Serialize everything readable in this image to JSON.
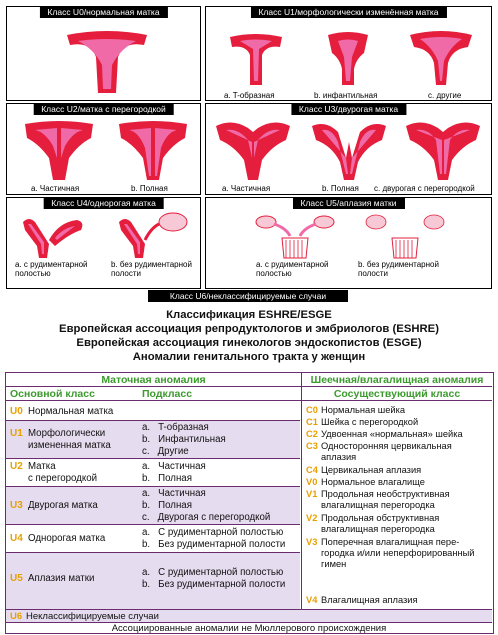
{
  "panels": {
    "u0": {
      "title": "Класс U0/нормальная матка"
    },
    "u1": {
      "title": "Класс U1/морфологически изменённая матка",
      "captions": [
        "a. T-образная",
        "b. инфантильная",
        "c. другие"
      ]
    },
    "u2": {
      "title": "Класс U2/матка с перегородкой",
      "captions": [
        "a. Частичная",
        "b. Полная"
      ]
    },
    "u3": {
      "title": "Класс U3/двурогая матка",
      "captions": [
        "a. Частичная",
        "b. Полная",
        "c. двурогая с перегородкой"
      ]
    },
    "u4": {
      "title": "Класс U4/однорогая матка",
      "captions": [
        "a. с рудиментарной\nполостью",
        "b. без рудиментарной\nполости"
      ]
    },
    "u5": {
      "title": "Класс U5/аплазия матки",
      "captions": [
        "a. с рудиментарной\nполостью",
        "b. без рудиментарной\nполости"
      ]
    },
    "u6": {
      "title": "Класс U6/неклассифицируемые случаи"
    }
  },
  "heading": [
    "Классификация ESHRE/ESGE",
    "Европейская ассоциация репродуктологов и эмбриологов (ESHRE)",
    "Европейская ассоциация гинекологов эндоскопистов (ESGE)",
    "Аномалии генитального тракта у женщин"
  ],
  "table": {
    "left_header": "Маточная аномалия",
    "right_header": "Шеечная/влагалищная аномалия",
    "main_class_header": "Основной класс",
    "subclass_header": "Подкласс",
    "coexist_header": "Сосуществующий класс",
    "rows": [
      {
        "code": "U0",
        "name": "Нормальная матка",
        "subs": []
      },
      {
        "code": "U1",
        "name": "Морфологически\nизмененная матка",
        "subs": [
          [
            "a.",
            "T-образная"
          ],
          [
            "b.",
            "Инфантильная"
          ],
          [
            "c.",
            "Другие"
          ]
        ]
      },
      {
        "code": "U2",
        "name": "Матка\nс перегородкой",
        "subs": [
          [
            "a.",
            "Частичная"
          ],
          [
            "b.",
            "Полная"
          ]
        ]
      },
      {
        "code": "U3",
        "name": "Двурогая матка",
        "subs": [
          [
            "a.",
            "Частичная"
          ],
          [
            "b.",
            "Полная"
          ],
          [
            "c.",
            "Двурогая с перегородкой"
          ]
        ]
      },
      {
        "code": "U4",
        "name": "Однорогая матка",
        "subs": [
          [
            "a.",
            "С рудиментарной полостью"
          ],
          [
            "b.",
            "Без рудиментарной полости"
          ]
        ]
      },
      {
        "code": "U5",
        "name": "Аплазия матки",
        "subs": [
          [
            "a.",
            "С рудиментарной полостью"
          ],
          [
            "b.",
            "Без рудиментарной полости"
          ]
        ]
      }
    ],
    "right_rows": [
      {
        "code": "C0",
        "text": "Нормальная шейка"
      },
      {
        "code": "C1",
        "text": "Шейка с перегородкой"
      },
      {
        "code": "C2",
        "text": "Удвоенная «нормальная» шейка"
      },
      {
        "code": "C3",
        "text": "Односторонняя цервикальная\nаплазия"
      },
      {
        "code": "C4",
        "text": "Цервикальная аплазия"
      },
      {
        "code": "V0",
        "text": "Нормальное влагалище"
      },
      {
        "code": "V1",
        "text": "Продольная необструктивная\nвлагалищная перегородка"
      },
      {
        "code": "V2",
        "text": "Продольная обструктивная\nвлагалищная перегородка"
      },
      {
        "code": "V3",
        "text": "Поперечная влагалищная пере-\nгородка и/или неперфорированный\nгимен"
      },
      {
        "code": "V4",
        "text": "Влагалищная аплазия"
      }
    ],
    "u6_code": "U6",
    "u6_text": "Неклассифицируемые случаи",
    "assoc_text": "Ассоциированные аномалии не Мюллерового происхождения"
  },
  "colors": {
    "uterus": "#e41e3c",
    "highlight": "#f06aa8",
    "rudimentary": "#f7c9d6",
    "border": "#6b2b6f",
    "code": "#e8a000",
    "header": "#3c9a2e",
    "band": "#e6dcef"
  }
}
